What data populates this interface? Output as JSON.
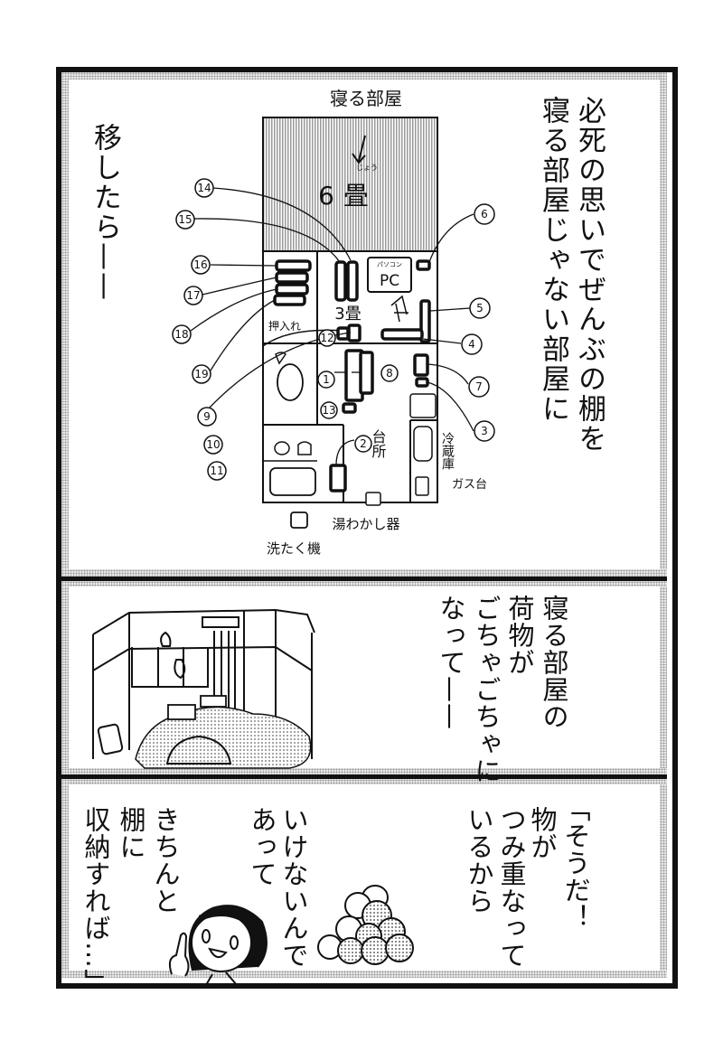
{
  "page": {
    "type": "manga page",
    "panels": 3
  },
  "panel1": {
    "narration_right": [
      "必死の思いでぜんぶの棚を",
      "寝る部屋じゃない部屋に"
    ],
    "narration_left": "移したら——",
    "floorplan": {
      "label_top": "寝る部屋",
      "room_big": "6畳",
      "room_big_ruby": "じょう",
      "room_small": "3畳",
      "pc_label": "PC",
      "pc_ruby": "パソコン",
      "closet": "押入れ",
      "kitchen": "台所",
      "fridge": "冷蔵庫",
      "stove": "ガス台",
      "water_heater": "湯わかし器",
      "washer": "洗たく機",
      "markers": [
        "1",
        "2",
        "3",
        "4",
        "5",
        "6",
        "7",
        "8",
        "9",
        "10",
        "11",
        "12",
        "13",
        "14",
        "15",
        "16",
        "17",
        "18",
        "19"
      ]
    }
  },
  "panel2": {
    "narration": [
      "寝る部屋の",
      "荷物が",
      "ごちゃごちゃに",
      "なって——"
    ]
  },
  "panel3": {
    "speech_right": [
      "「そうだ！",
      "物が",
      "つみ重なって",
      "いるから"
    ],
    "speech_mid": [
      "いけないんで",
      "あって"
    ],
    "speech_left": [
      "きちんと",
      "棚に",
      "収納すれば…」"
    ]
  }
}
